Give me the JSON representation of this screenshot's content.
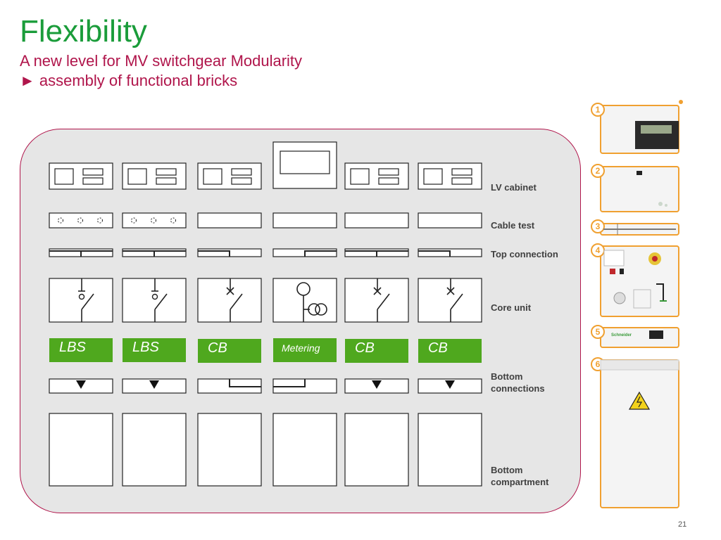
{
  "slide": {
    "title": "Flexibility",
    "subtitle_line1": "A new level for MV switchgear Modularity",
    "subtitle_line2": "► assembly of functional bricks",
    "page_number": "21"
  },
  "colors": {
    "title": "#1a9c3a",
    "subtitle": "#b0154b",
    "unit_label_bg": "#4fa81e",
    "panel_bg": "#e6e6e6",
    "panel_border": "#b0154b",
    "badge": "#f0a030"
  },
  "rows": [
    {
      "key": "lv",
      "label_lines": [
        "LV cabinet"
      ]
    },
    {
      "key": "cable",
      "label_lines": [
        "Cable test"
      ]
    },
    {
      "key": "top",
      "label_lines": [
        "Top connection"
      ]
    },
    {
      "key": "core",
      "label_lines": [
        "Core unit"
      ]
    },
    {
      "key": "bottom_conn",
      "label_lines": [
        "Bottom",
        "connections"
      ]
    },
    {
      "key": "bottom_comp",
      "label_lines": [
        "Bottom",
        "compartment"
      ]
    }
  ],
  "units": [
    {
      "label": "LBS",
      "lv": "small",
      "cable": "dots",
      "top": "tee",
      "core": "lbs",
      "bottom_conn": "arrow"
    },
    {
      "label": "LBS",
      "lv": "small",
      "cable": "dots",
      "top": "tee",
      "core": "lbs",
      "bottom_conn": "arrow"
    },
    {
      "label": "CB",
      "lv": "small",
      "cable": "blank",
      "top": "elbow-left",
      "core": "cb",
      "bottom_conn": "elbow-right"
    },
    {
      "label": "Metering",
      "lv": "large",
      "cable": "blank",
      "top": "elbow-right",
      "core": "metering",
      "bottom_conn": "elbow-left"
    },
    {
      "label": "CB",
      "lv": "small",
      "cable": "blank",
      "top": "tee",
      "core": "cb",
      "bottom_conn": "arrow"
    },
    {
      "label": "CB",
      "lv": "small",
      "cable": "blank",
      "top": "elbow-left",
      "core": "cb",
      "bottom_conn": "arrow"
    }
  ],
  "photos": [
    {
      "number": "1",
      "icon": "relay-display-panel"
    },
    {
      "number": "2",
      "icon": "lv-door-panel"
    },
    {
      "number": "3",
      "icon": "busbar-strip"
    },
    {
      "number": "4",
      "icon": "core-unit-mechanism"
    },
    {
      "number": "5",
      "icon": "control-strip"
    },
    {
      "number": "6",
      "icon": "bottom-compartment-warning"
    }
  ],
  "photo_brand": "Schneider"
}
